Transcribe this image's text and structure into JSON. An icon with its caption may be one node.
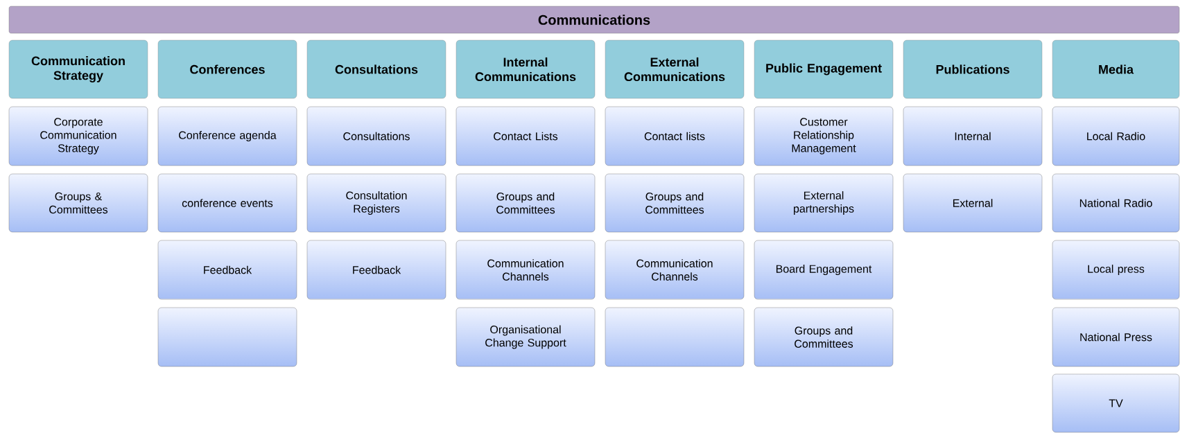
{
  "diagram": {
    "nodes": [
      {
        "text": [
          "Communications"
        ]
      },
      {
        "text": [
          "Communication Strategy"
        ]
      },
      {
        "text": [
          "Corporate Communication Strategy"
        ]
      },
      {
        "text": [
          "Groups & Committees"
        ]
      },
      {
        "text": [
          "Conferences"
        ]
      },
      {
        "text": [
          "Conference agenda"
        ]
      },
      {
        "text": [
          "conference events"
        ]
      },
      {
        "text": [
          "Feedback"
        ]
      },
      {
        "text": [],
        "shape": "box"
      },
      {
        "text": [
          "Consultations"
        ]
      },
      {
        "text": [
          "Consultations"
        ]
      },
      {
        "text": [
          "Consultation Registers"
        ]
      },
      {
        "text": [
          "Feedback"
        ]
      },
      {
        "text": [
          "Internal Communications"
        ]
      },
      {
        "text": [
          "Contact Lists"
        ]
      },
      {
        "text": [
          "Groups and Committees"
        ]
      },
      {
        "text": [
          "Communication Channels"
        ]
      },
      {
        "text": [
          "Organisational Change Support"
        ]
      },
      {
        "text": [
          "External Communications"
        ]
      },
      {
        "text": [
          "Contact lists"
        ]
      },
      {
        "text": [
          "Groups and Committees"
        ]
      },
      {
        "text": [
          "Communication Channels"
        ]
      },
      {
        "text": [],
        "shape": "box"
      },
      {
        "text": [
          "Public Engagement"
        ]
      },
      {
        "text": [
          "Customer Relationship Management"
        ]
      },
      {
        "text": [
          "External partnerships"
        ]
      },
      {
        "text": [
          "Board Engagement"
        ]
      },
      {
        "text": [
          "Groups and Committees"
        ]
      },
      {
        "text": [
          "Publications"
        ]
      },
      {
        "text": [
          "Internal"
        ]
      },
      {
        "text": [
          "External"
        ]
      },
      {
        "text": [
          "Media"
        ]
      },
      {
        "text": [
          "Local Radio"
        ]
      },
      {
        "text": [
          "National Radio"
        ]
      },
      {
        "text": [
          "Local press"
        ]
      },
      {
        "text": [
          "National Press"
        ]
      },
      {
        "text": [
          "TV"
        ]
      }
    ]
  }
}
